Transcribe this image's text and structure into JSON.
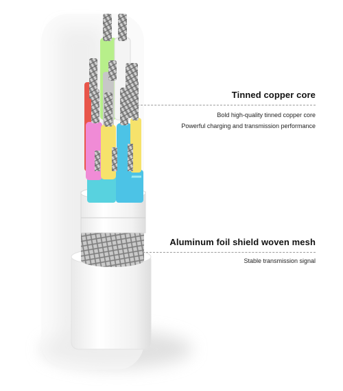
{
  "callouts": {
    "core": {
      "title": "Tinned copper core",
      "lines": [
        "Bold high-quality tinned copper core",
        "Powerful charging and transmission performance"
      ]
    },
    "shield": {
      "title": "Aluminum foil shield woven mesh",
      "lines": [
        "Stable transmission signal"
      ]
    }
  },
  "colors": {
    "wire_green": "#b7ef8a",
    "wire_white": "#f4f4f4",
    "wire_red": "#e8564a",
    "wire_pink": "#f08bd6",
    "wire_yellow": "#f6e26b",
    "wire_blue": "#4cc3e6",
    "wire_cyan": "#58d2df",
    "jacket": "#f7f7f7",
    "copper_strand": "#a8a8a8"
  }
}
